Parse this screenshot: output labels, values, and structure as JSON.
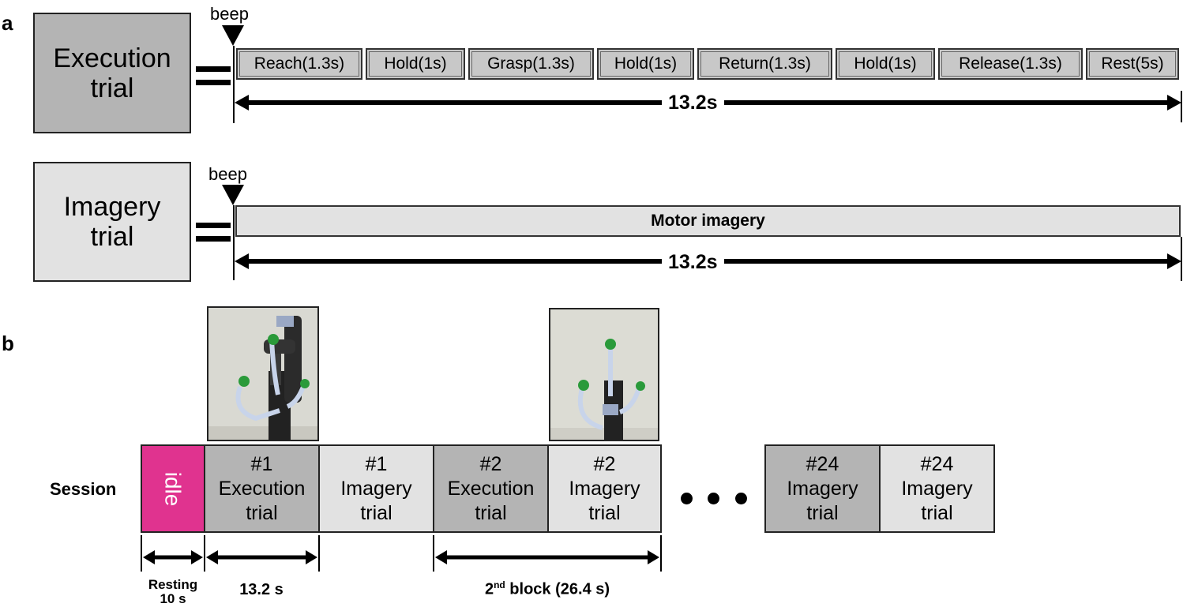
{
  "panel_a": {
    "letter": "a",
    "execution_trial": {
      "line1": "Execution",
      "line2": "trial",
      "beep": "beep",
      "phases": [
        "Reach(1.3s)",
        "Hold(1s)",
        "Grasp(1.3s)",
        "Hold(1s)",
        "Return(1.3s)",
        "Hold(1s)",
        "Release(1.3s)",
        "Rest(5s)"
      ],
      "duration": "13.2s"
    },
    "imagery_trial": {
      "line1": "Imagery",
      "line2": "trial",
      "beep": "beep",
      "bar_label": "Motor imagery",
      "duration": "13.2s"
    }
  },
  "panel_b": {
    "letter": "b",
    "session_label": "Session",
    "boxes": {
      "idle": "idle",
      "exec1": [
        "#1",
        "Execution",
        "trial"
      ],
      "imag1": [
        "#1",
        "Imagery",
        "trial"
      ],
      "exec2": [
        "#2",
        "Execution",
        "trial"
      ],
      "imag2": [
        "#2",
        "Imagery",
        "trial"
      ],
      "last1": [
        "#24",
        "Imagery",
        "trial"
      ],
      "last2": [
        "#24",
        "Imagery",
        "trial"
      ]
    },
    "resting_label_1": "Resting",
    "resting_label_2": "10 s",
    "trial_duration": "13.2 s",
    "block_label_prefix": "2",
    "block_label_sup": "nd",
    "block_label_suffix": " block (26.4 s)"
  },
  "colors": {
    "execution_gray": "#b4b4b4",
    "imagery_gray": "#e2e2e2",
    "idle_pink": "#e0338f"
  }
}
